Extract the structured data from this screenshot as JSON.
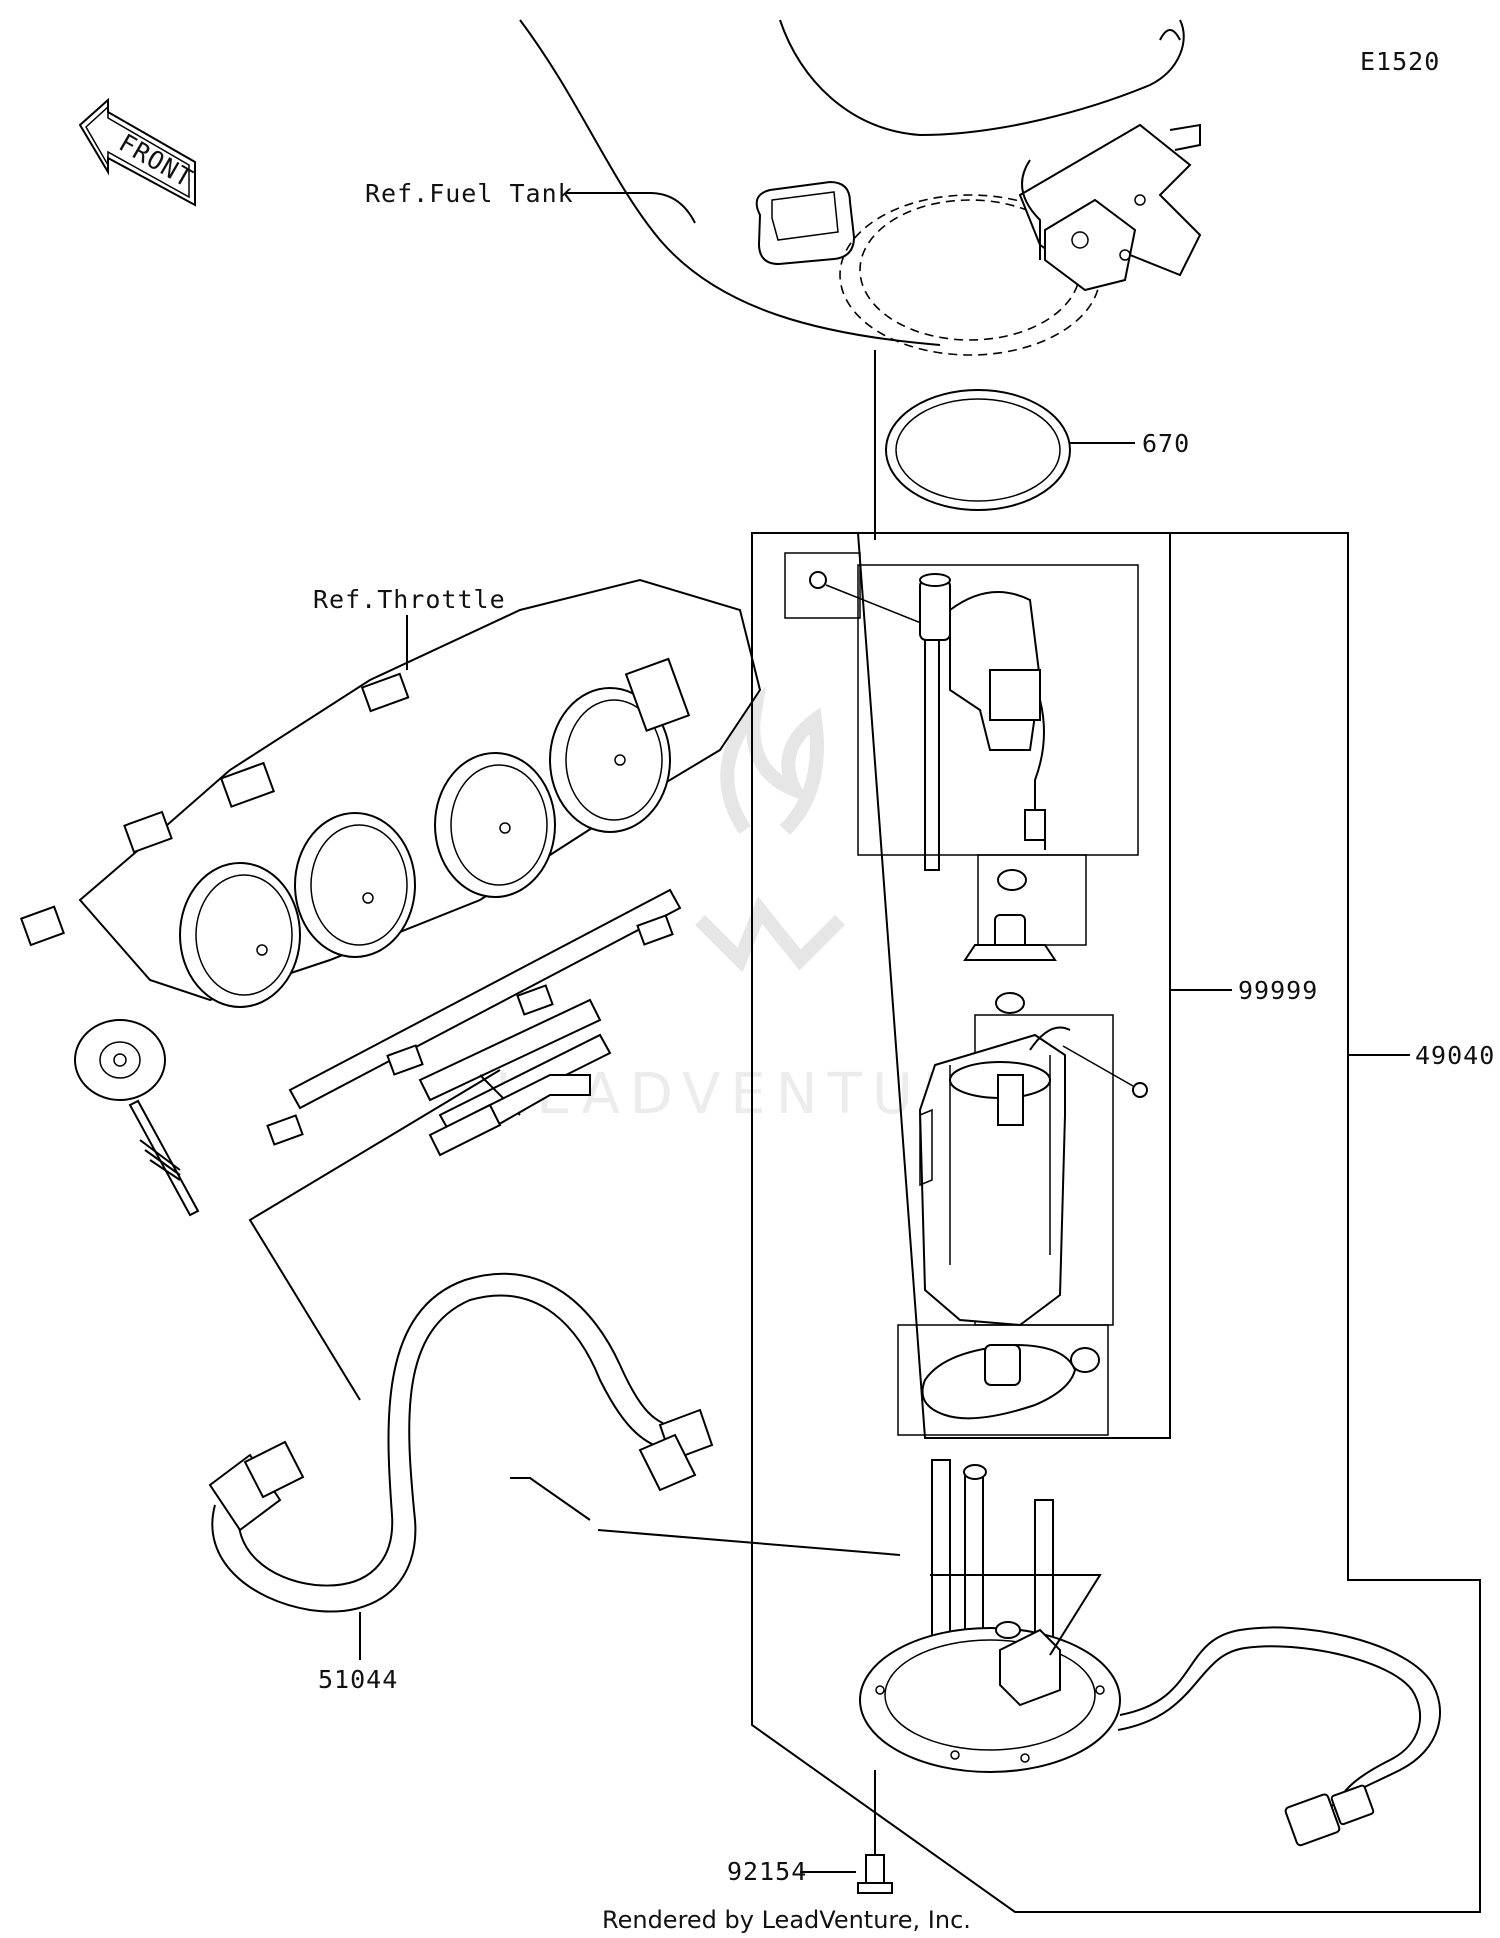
{
  "diagram_code": "E1520",
  "front_label": "FRONT",
  "refs": {
    "fuel_tank": "Ref.Fuel Tank",
    "throttle": "Ref.Throttle"
  },
  "parts": {
    "p670": "670",
    "p99999": "99999",
    "p49040": "49040",
    "p51044": "51044",
    "p92154": "92154"
  },
  "watermark": "LEADVENTURE",
  "footer": "Rendered by LeadVenture, Inc."
}
